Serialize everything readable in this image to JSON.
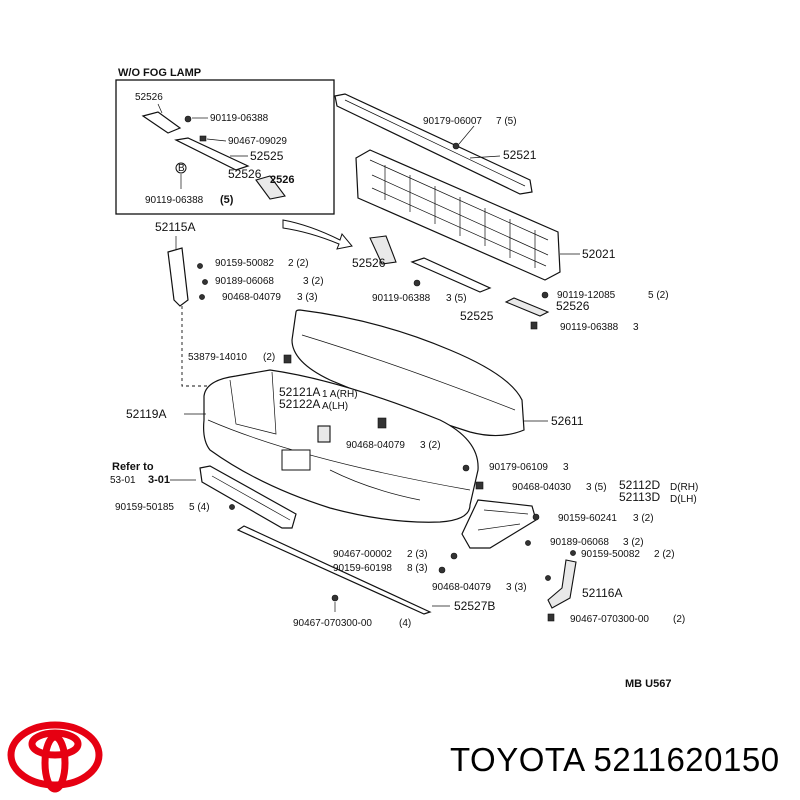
{
  "inset_title": "W/O FOG  LAMP",
  "refer": {
    "line1": "Refer to",
    "line2a": "53-01",
    "line2b": "3-01"
  },
  "footer_code": "MB U567",
  "brand": {
    "name": "TOYOTA",
    "part_number": "5211620150",
    "logo_color": "#e60012"
  },
  "labels": {
    "i_52526": "52526",
    "i_90119a": "90119-06388",
    "i_90467": "90467-09029",
    "i_52525": "52525",
    "i_52526b": "52526",
    "i_2526": "2526",
    "i_90119b": "90119-06388",
    "i_qty5": "(5)",
    "p_90179a": "90179-06007",
    "p_90179a_q": "7  (5)",
    "p_52521": "52521",
    "p_52021": "52021",
    "p_52115": "52115A",
    "p_90159a": "90159-50082",
    "p_90159a_q": "2  (2)",
    "p_90189a": "90189-06068",
    "p_90189a_q": "3  (2)",
    "p_90468a": "90468-04079",
    "p_90468a_q": "3  (3)",
    "p_52526c": "52526",
    "p_90119c": "90119-06388",
    "p_90119c_q": "3  (5)",
    "p_52525b": "52525",
    "p_90119d": "90119-12085",
    "p_90119d_q": "5  (2)",
    "p_52526d": "52526",
    "p_90119e": "90119-06388",
    "p_90119e_q": "3",
    "p_53879": "53879-14010",
    "p_53879_q": "(2)",
    "p_52121": "52121A",
    "p_52121_q": "1 A(RH)",
    "p_52122": "52122A",
    "p_52122_q": "A(LH)",
    "p_52119": "52119A",
    "p_52611": "52611",
    "p_90468b": "90468-04079",
    "p_90468b_q": "3  (2)",
    "p_90179b": "90179-06109",
    "p_90179b_q": "3",
    "p_90468c": "90468-04030",
    "p_90468c_q": "3  (5)",
    "p_52112": "52112D",
    "p_52112_q": "D(RH)",
    "p_52113": "52113D",
    "p_52113_q": "D(LH)",
    "p_90159b": "90159-50185",
    "p_90159b_q": "5  (4)",
    "p_90159c": "90159-60241",
    "p_90159c_q": "3  (2)",
    "p_90189b": "90189-06068",
    "p_90189b_q": "3  (2)",
    "p_90159d": "90159-50082",
    "p_90159d_q": "2  (2)",
    "p_90467b": "90467-00002",
    "p_90467b_q": "2  (3)",
    "p_90159e": "90159-60198",
    "p_90159e_q": "8  (3)",
    "p_90468d": "90468-04079",
    "p_90468d_q": "3  (3)",
    "p_52116": "52116A",
    "p_52527": "52527B",
    "p_90467c": "90467-070300-00",
    "p_90467c_q": "(4)",
    "p_90467d": "90467-070300-00",
    "p_90467d_q": "(2)"
  }
}
